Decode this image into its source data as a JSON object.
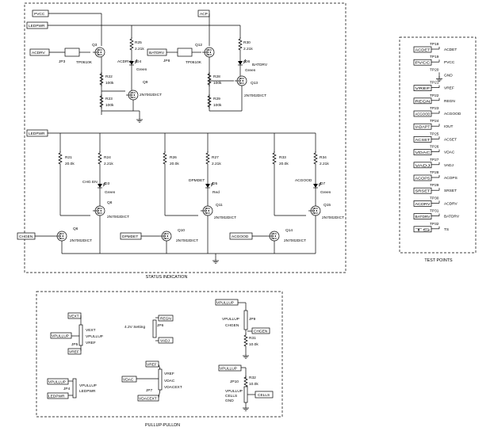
{
  "sections": {
    "status_indication": "STATUS INDICATION",
    "test_points": "TEST POINTS",
    "pullup_pulldn": "PULLUP-PULLDN"
  },
  "top": {
    "net_pvcc": "PVCC",
    "net_ledpwr": "LEDPWR",
    "net_acp": "ACP",
    "net_acdrv": "ACDRV",
    "net_batdrv": "BATDRV",
    "jp3": "JP3",
    "jp8": "JP8",
    "q3": "Q3",
    "q3_part": "TP0610K",
    "q12": "Q12",
    "q12_part": "TP0610K",
    "r25": "R25",
    "r25_val": "2.21k",
    "r30": "R30",
    "r30_val": "2.21k",
    "r22": "R22",
    "r22_val": "100k",
    "r23": "R23",
    "r23_val": "100k",
    "r28": "R28",
    "r28_val": "100k",
    "r29": "R29",
    "r29_val": "100k",
    "d4": "D4",
    "d4_name": "ACDRV",
    "d4_color": "Green",
    "d6": "D6",
    "d6_name": "BATDRV",
    "d6_color": "Green",
    "q9": "Q9",
    "q9_part": "2N7002DICT",
    "q13": "Q13",
    "q13_part": "2N7002DICT"
  },
  "status": {
    "net_ledpwr": "LEDPWR",
    "r21": "R21",
    "r21_val": "20.0k",
    "r24": "R24",
    "r24_val": "2.21k",
    "r26": "R26",
    "r26_val": "20.0k",
    "r27": "R27",
    "r27_val": "2.21k",
    "r33": "R33",
    "r33_val": "20.0k",
    "r34": "R34",
    "r34_val": "2.21k",
    "d3": "D3",
    "d3_name": "CHG EN",
    "d3_color": "Green",
    "d5": "D5",
    "d5_name": "DPMDET",
    "d5_color": "Red",
    "d7": "D7",
    "d7_name": "ACGOOD",
    "d7_color": "Green",
    "q8": "Q8",
    "q8_part": "2N7002DICT",
    "q6": "Q6",
    "q6_part": "2N7002DICT",
    "q11": "Q11",
    "q11_part": "2N7002DICT",
    "q10": "Q10",
    "q10_part": "2N7002DICT",
    "q15": "Q15",
    "q15_part": "2N7002DICT",
    "q14": "Q14",
    "q14_part": "2N7002DICT",
    "net_chgen": "CHGEN",
    "net_dpmdet": "DPMDET",
    "net_acgood": "ACGOOD"
  },
  "test_points": [
    {
      "tp": "TP18",
      "net": "ACDET",
      "label": "ACDET"
    },
    {
      "tp": "TP19",
      "net": "PVCC",
      "label": "PVCC"
    },
    {
      "tp": "TP20",
      "net": "",
      "label": "GND"
    },
    {
      "tp": "TP21",
      "net": "VREF",
      "label": "VREF"
    },
    {
      "tp": "TP22",
      "net": "REGN",
      "label": "REGN"
    },
    {
      "tp": "TP23",
      "net": "ACGOOD",
      "label": "ACGOOD"
    },
    {
      "tp": "TP24",
      "net": "IADAPT",
      "label": "IOUT"
    },
    {
      "tp": "TP25",
      "net": "ACSET",
      "label": "ACSET"
    },
    {
      "tp": "TP26",
      "net": "VDAC",
      "label": "VDAC"
    },
    {
      "tp": "TP27",
      "net": "VADJ",
      "label": "VADJ"
    },
    {
      "tp": "TP28",
      "net": "ACOPS",
      "label": "ACOPS"
    },
    {
      "tp": "TP29",
      "net": "SRSET",
      "label": "SRSET"
    },
    {
      "tp": "TP30",
      "net": "ACDRV",
      "label": "ACDRV"
    },
    {
      "tp": "TP31",
      "net": "BATDRV",
      "label": "BATDRV"
    },
    {
      "tp": "TP32",
      "net": "TS",
      "label": "TS"
    }
  ],
  "pullup": {
    "jp5_nets": [
      "VEXT",
      "VPULLUP",
      "VREF"
    ],
    "jp5_pins": [
      "VEXT",
      "VPULLUP",
      "VREF"
    ],
    "jp5": "JP5",
    "jp4_nets": [
      "VPULLUP",
      "LEDPWR"
    ],
    "jp4_pins": [
      "VPULLUP",
      "LEDPWR"
    ],
    "jp4": "JP4",
    "jp6_nets": [
      "REGN",
      "VADJ"
    ],
    "jp6": "JP6",
    "jp6_label": "4.2V Setting",
    "jp7_nets": [
      "VREF",
      "VDAC",
      "VDACEXT"
    ],
    "jp7_pins": [
      "VREF",
      "VDAC",
      "VDACEXT"
    ],
    "jp7": "JP7",
    "jp9_net": "VPULLUP",
    "jp9_pins": [
      "VPULLUP",
      "CHGEN"
    ],
    "jp9": "JP9",
    "jp9_out": "CHGEN",
    "r31": "R31",
    "r31_val": "10.0k",
    "jp10_net": "VPULLUP",
    "jp10": "JP10",
    "jp10_pins": [
      "VPULLUP",
      "CELLS",
      "GND"
    ],
    "r32": "R32",
    "r32_val": "10.0k",
    "jp10_out": "CELLS"
  }
}
